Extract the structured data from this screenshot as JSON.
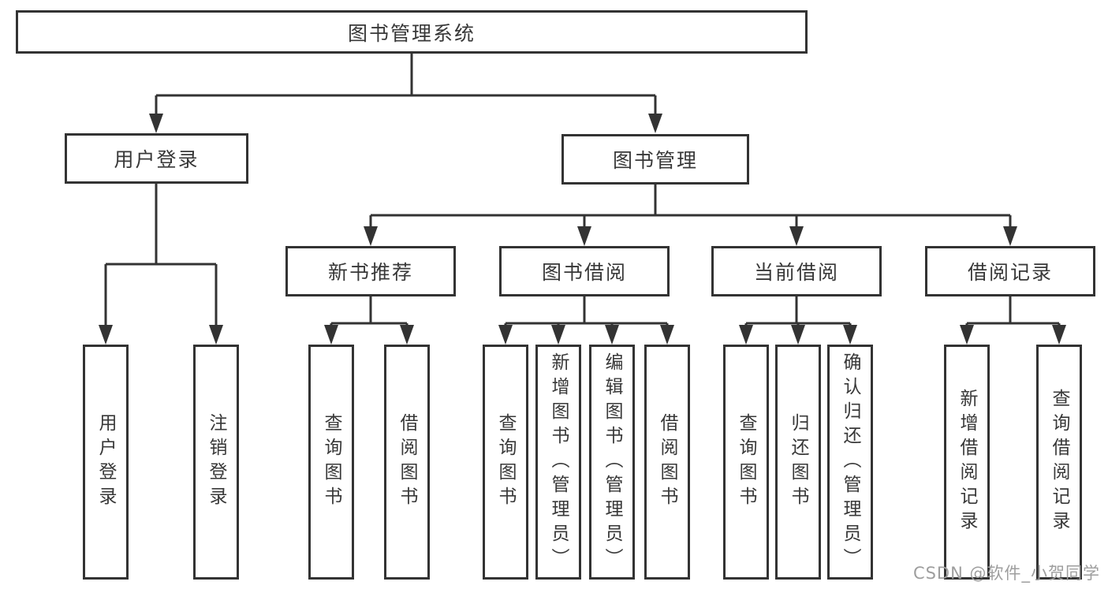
{
  "colors": {
    "line": "#333333",
    "text": "#383838",
    "box_bg": "#ffffff",
    "page_bg": "#ffffff",
    "watermark": "#9e9e9e"
  },
  "tree": {
    "root": "图书管理系统",
    "user_login": {
      "label": "用户登录",
      "leaves": [
        "用户登录",
        "注销登录"
      ]
    },
    "book_mgmt": {
      "label": "图书管理"
    },
    "new_books": {
      "label": "新书推荐",
      "leaves": [
        "查询图书",
        "借阅图书"
      ]
    },
    "book_borrow": {
      "label": "图书借阅",
      "leaves": [
        "查询图书",
        "新增图书（管理员）",
        "编辑图书（管理员）",
        "借阅图书"
      ]
    },
    "current_borrow": {
      "label": "当前借阅",
      "leaves": [
        "查询图书",
        "归还图书",
        "确认归还（管理员）"
      ]
    },
    "borrow_records": {
      "label": "借阅记录",
      "leaves": [
        "新增借阅记录",
        "查询借阅记录"
      ]
    }
  },
  "watermark": "CSDN @软件_小贺同学"
}
